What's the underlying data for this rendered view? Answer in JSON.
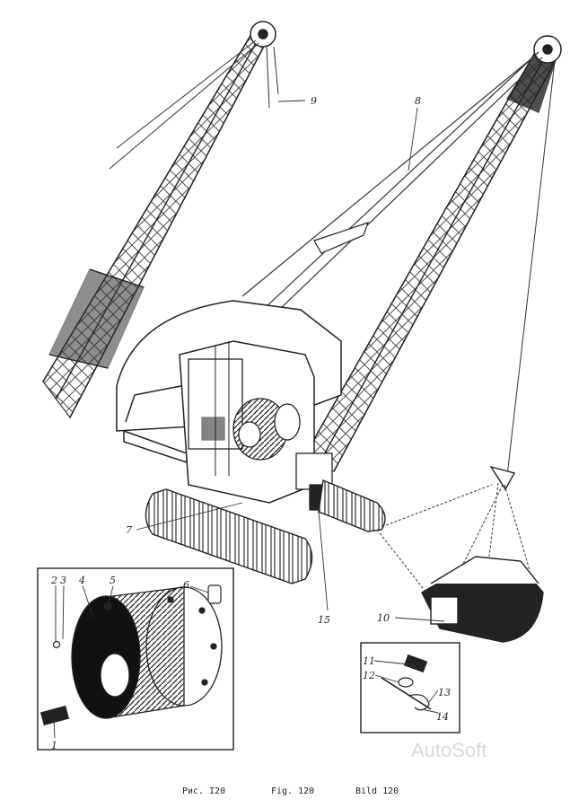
{
  "part_labels": {
    "p1": "1",
    "p2": "2",
    "p3": "3",
    "p4": "4",
    "p5": "5",
    "p6": "6",
    "p7": "7",
    "p8": "8",
    "p9": "9",
    "p10": "10",
    "p11": "11",
    "p12": "12",
    "p13": "13",
    "p14": "14",
    "p15": "15"
  },
  "caption": {
    "ru": "Рис. I20",
    "en": "Fig. 120",
    "de": "Bild 120"
  },
  "watermark": "AutoSoft",
  "colors": {
    "ink": "#222222",
    "paper": "#ffffff",
    "watermark": "#d9d9d9"
  }
}
